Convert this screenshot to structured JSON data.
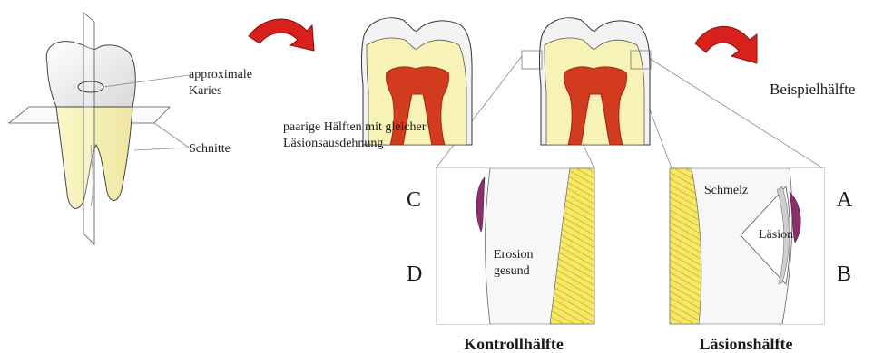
{
  "labels": {
    "approx_line1": "approximale",
    "approx_line2": "Karies",
    "cuts": "Schnitte",
    "pair_line1": "paarige Hälften mit gleicher",
    "pair_line2": "Läsionsausdehnung",
    "example_half": "Beispielhälfte",
    "enamel": "Schmelz",
    "lesion": "Läsion",
    "erosion": "Erosion",
    "healthy": "gesund",
    "control_half": "Kontrollhälfte",
    "lesion_half": "Läsionshälfte"
  },
  "letters": {
    "a": "A",
    "b": "B",
    "c": "C",
    "d": "D"
  },
  "colors": {
    "enamel": "#f3f3f3",
    "dentin": "#f7f3b6",
    "pulp": "#d23b1e",
    "pulp_dark": "#9d2810",
    "arrow": "#d8201c",
    "lesion": "#8a2f6e",
    "hatch": "#f0dc2c"
  }
}
